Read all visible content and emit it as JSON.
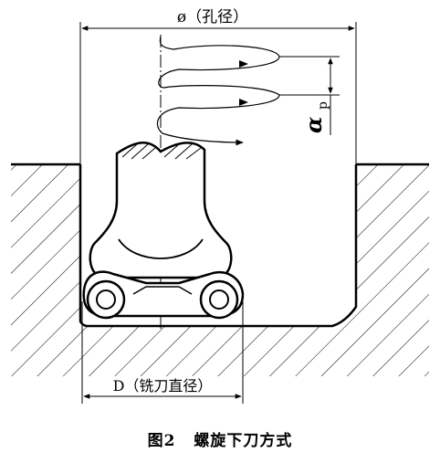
{
  "diagram": {
    "hole_diameter_label": "ø（孔径）",
    "cut_depth_symbol": "α",
    "cut_depth_subscript": "p",
    "cutter_diameter_label": "D（铣刀直径）"
  },
  "caption": {
    "figure_number": "图2",
    "title": "螺旋下刀方式"
  },
  "colors": {
    "line": "#000000",
    "background": "#ffffff"
  }
}
